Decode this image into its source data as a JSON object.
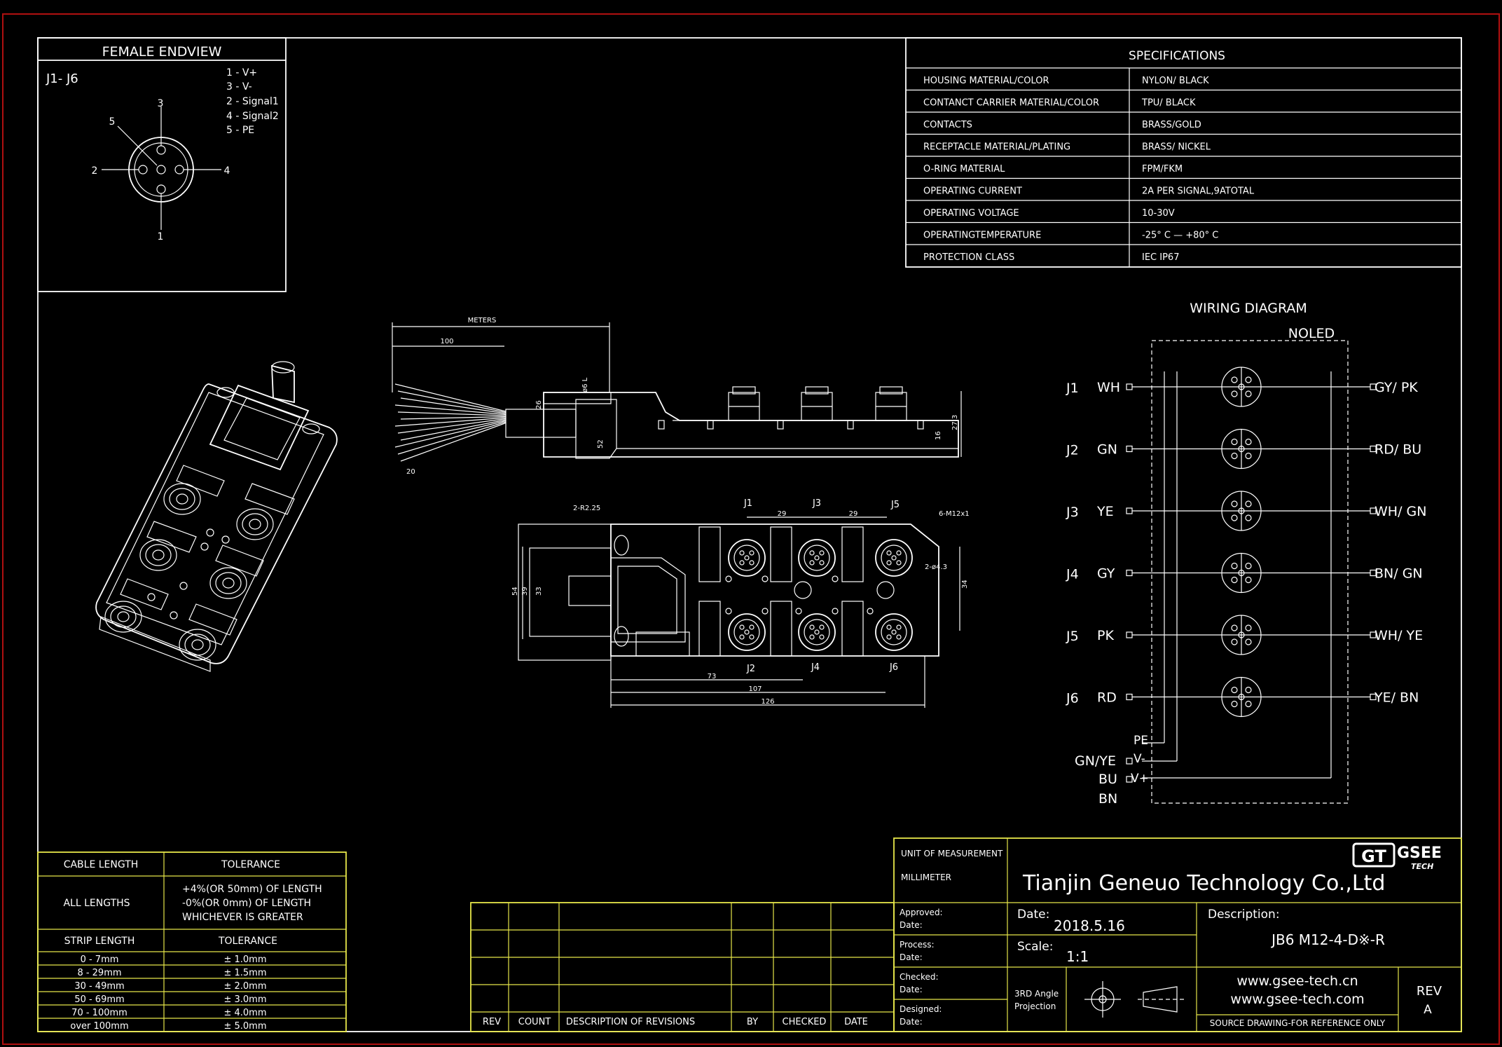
{
  "endview": {
    "title": "FEMALE ENDVIEW",
    "label": "J1- J6",
    "pins": [
      "1 - V+",
      "3 - V-",
      "2 - Signal1",
      "4 - Signal2",
      "5 - PE"
    ],
    "pin_numbers": [
      "3",
      "5",
      "2",
      "4",
      "1"
    ]
  },
  "specs": {
    "title": "SPECIFICATIONS",
    "rows": [
      {
        "k": "HOUSING MATERIAL/COLOR",
        "v": "NYLON/ BLACK"
      },
      {
        "k": "CONTANCT CARRIER MATERIAL/COLOR",
        "v": "TPU/ BLACK"
      },
      {
        "k": "CONTACTS",
        "v": "BRASS/GOLD"
      },
      {
        "k": "RECEPTACLE MATERIAL/PLATING",
        "v": "BRASS/ NICKEL"
      },
      {
        "k": "O-RING MATERIAL",
        "v": "FPM/FKM"
      },
      {
        "k": "OPERATING CURRENT",
        "v": "2A PER SIGNAL,9ATOTAL"
      },
      {
        "k": "OPERATING VOLTAGE",
        "v": "10-30V"
      },
      {
        "k": "OPERATINGTEMPERATURE",
        "v": "-25° C — +80° C"
      },
      {
        "k": "PROTECTION CLASS",
        "v": "IEC  IP67"
      }
    ]
  },
  "side_view": {
    "meters": "METERS",
    "d100": "100",
    "d6": "ø6 L",
    "d26": "26",
    "d52": "52",
    "d273": "27.3",
    "d16": "16",
    "d20": "20"
  },
  "top_view": {
    "jacks_top": [
      "J1",
      "J3",
      "J5"
    ],
    "jacks_bottom": [
      "J2",
      "J4",
      "J6"
    ],
    "r": "2-R2.25",
    "m12": "6-M12x1",
    "hole": "2-ø4.3",
    "d29a": "29",
    "d29b": "29",
    "d54": "54",
    "d39": "39",
    "d33": "33",
    "d34": "34",
    "d73": "73",
    "d107": "107",
    "d126": "126"
  },
  "wiring": {
    "title": "WIRING   DIAGRAM",
    "noled": "NOLED",
    "rows": [
      {
        "j": "J1",
        "left": "WH",
        "right": "GY/ PK"
      },
      {
        "j": "J2",
        "left": "GN",
        "right": "RD/ BU"
      },
      {
        "j": "J3",
        "left": "YE",
        "right": "WH/ GN"
      },
      {
        "j": "J4",
        "left": "GY",
        "right": "BN/ GN"
      },
      {
        "j": "J5",
        "left": "PK",
        "right": "WH/ YE"
      },
      {
        "j": "J6",
        "left": "RD",
        "right": "YE/ BN"
      }
    ],
    "pe": "PE",
    "gnye": "GN/YE",
    "vminus": "V-",
    "bu": "BU",
    "vplus": "V+",
    "bn": "BN"
  },
  "tolerance": {
    "h1": "CABLE LENGTH",
    "h2": "TOLERANCE",
    "all": "ALL LENGTHS",
    "all_lines": [
      "+4%(OR 50mm) OF LENGTH",
      "-0%(OR 0mm) OF LENGTH",
      "WHICHEVER  IS  GREATER"
    ],
    "h3": "STRIP LENGTH",
    "h4": "TOLERANCE",
    "rows": [
      {
        "len": "0 - 7mm",
        "tol": "± 1.0mm"
      },
      {
        "len": "8 - 29mm",
        "tol": "± 1.5mm"
      },
      {
        "len": "30 - 49mm",
        "tol": "± 2.0mm"
      },
      {
        "len": "50 - 69mm",
        "tol": "± 3.0mm"
      },
      {
        "len": "70 - 100mm",
        "tol": "± 4.0mm"
      },
      {
        "len": "over 100mm",
        "tol": "± 5.0mm"
      }
    ]
  },
  "revisions": {
    "headers": [
      "REV",
      "COUNT",
      "DESCRIPTION  OF  REVISIONS",
      "BY",
      "CHECKED",
      "DATE"
    ]
  },
  "titleblock": {
    "unit_label": "UNIT OF MEASUREMENT",
    "unit": "MILLIMETER",
    "company": "Tianjin Geneuo Technology Co.,Ltd",
    "logo": "GSEE",
    "logo_sub": "TECH",
    "approved": "Approved:",
    "process": "Process:",
    "checked": "Checked:",
    "designed": "Designed:",
    "date_label": "Date:",
    "date_lbl": "Date:",
    "date": "2018.5.16",
    "scale_lbl": "Scale:",
    "scale": "1:1",
    "desc_lbl": "Description:",
    "desc": "JB6 M12-4-D※-R",
    "projection1": "3RD Angle",
    "projection2": "Projection",
    "web1": "www.gsee-tech.cn",
    "web2": "www.gsee-tech.com",
    "rev_lbl": "REV",
    "rev": "A",
    "source": "SOURCE DRAWING-FOR REFERENCE ONLY"
  }
}
